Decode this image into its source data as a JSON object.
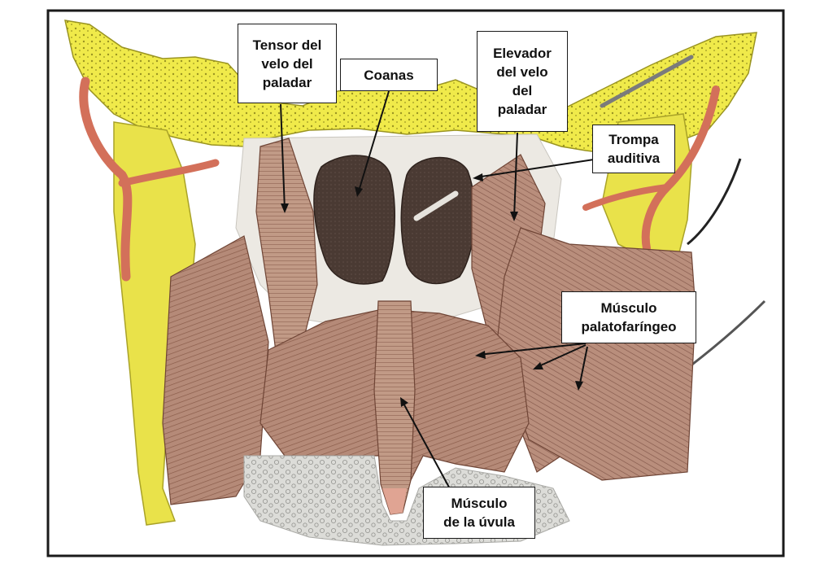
{
  "figure": {
    "colors": {
      "bone": "#f0ea4a",
      "bone_dark": "#b9b22a",
      "muscle": "#b58a78",
      "muscle_dark": "#7a4f3e",
      "fascia": "#ece9e3",
      "cavity": "#4a3a33",
      "artery": "#d3705a",
      "frame": "#1a1a1a"
    },
    "labels": {
      "tensor": [
        "Tensor del",
        "velo del",
        "paladar"
      ],
      "coanas": [
        "Coanas"
      ],
      "elevador": [
        "Elevador",
        "del velo",
        "del",
        "paladar"
      ],
      "trompa": [
        "Trompa",
        "auditiva"
      ],
      "palatofaringeo": [
        "Músculo",
        "palatofaríngeo"
      ],
      "uvula": [
        "Músculo",
        "de la úvula"
      ]
    }
  }
}
